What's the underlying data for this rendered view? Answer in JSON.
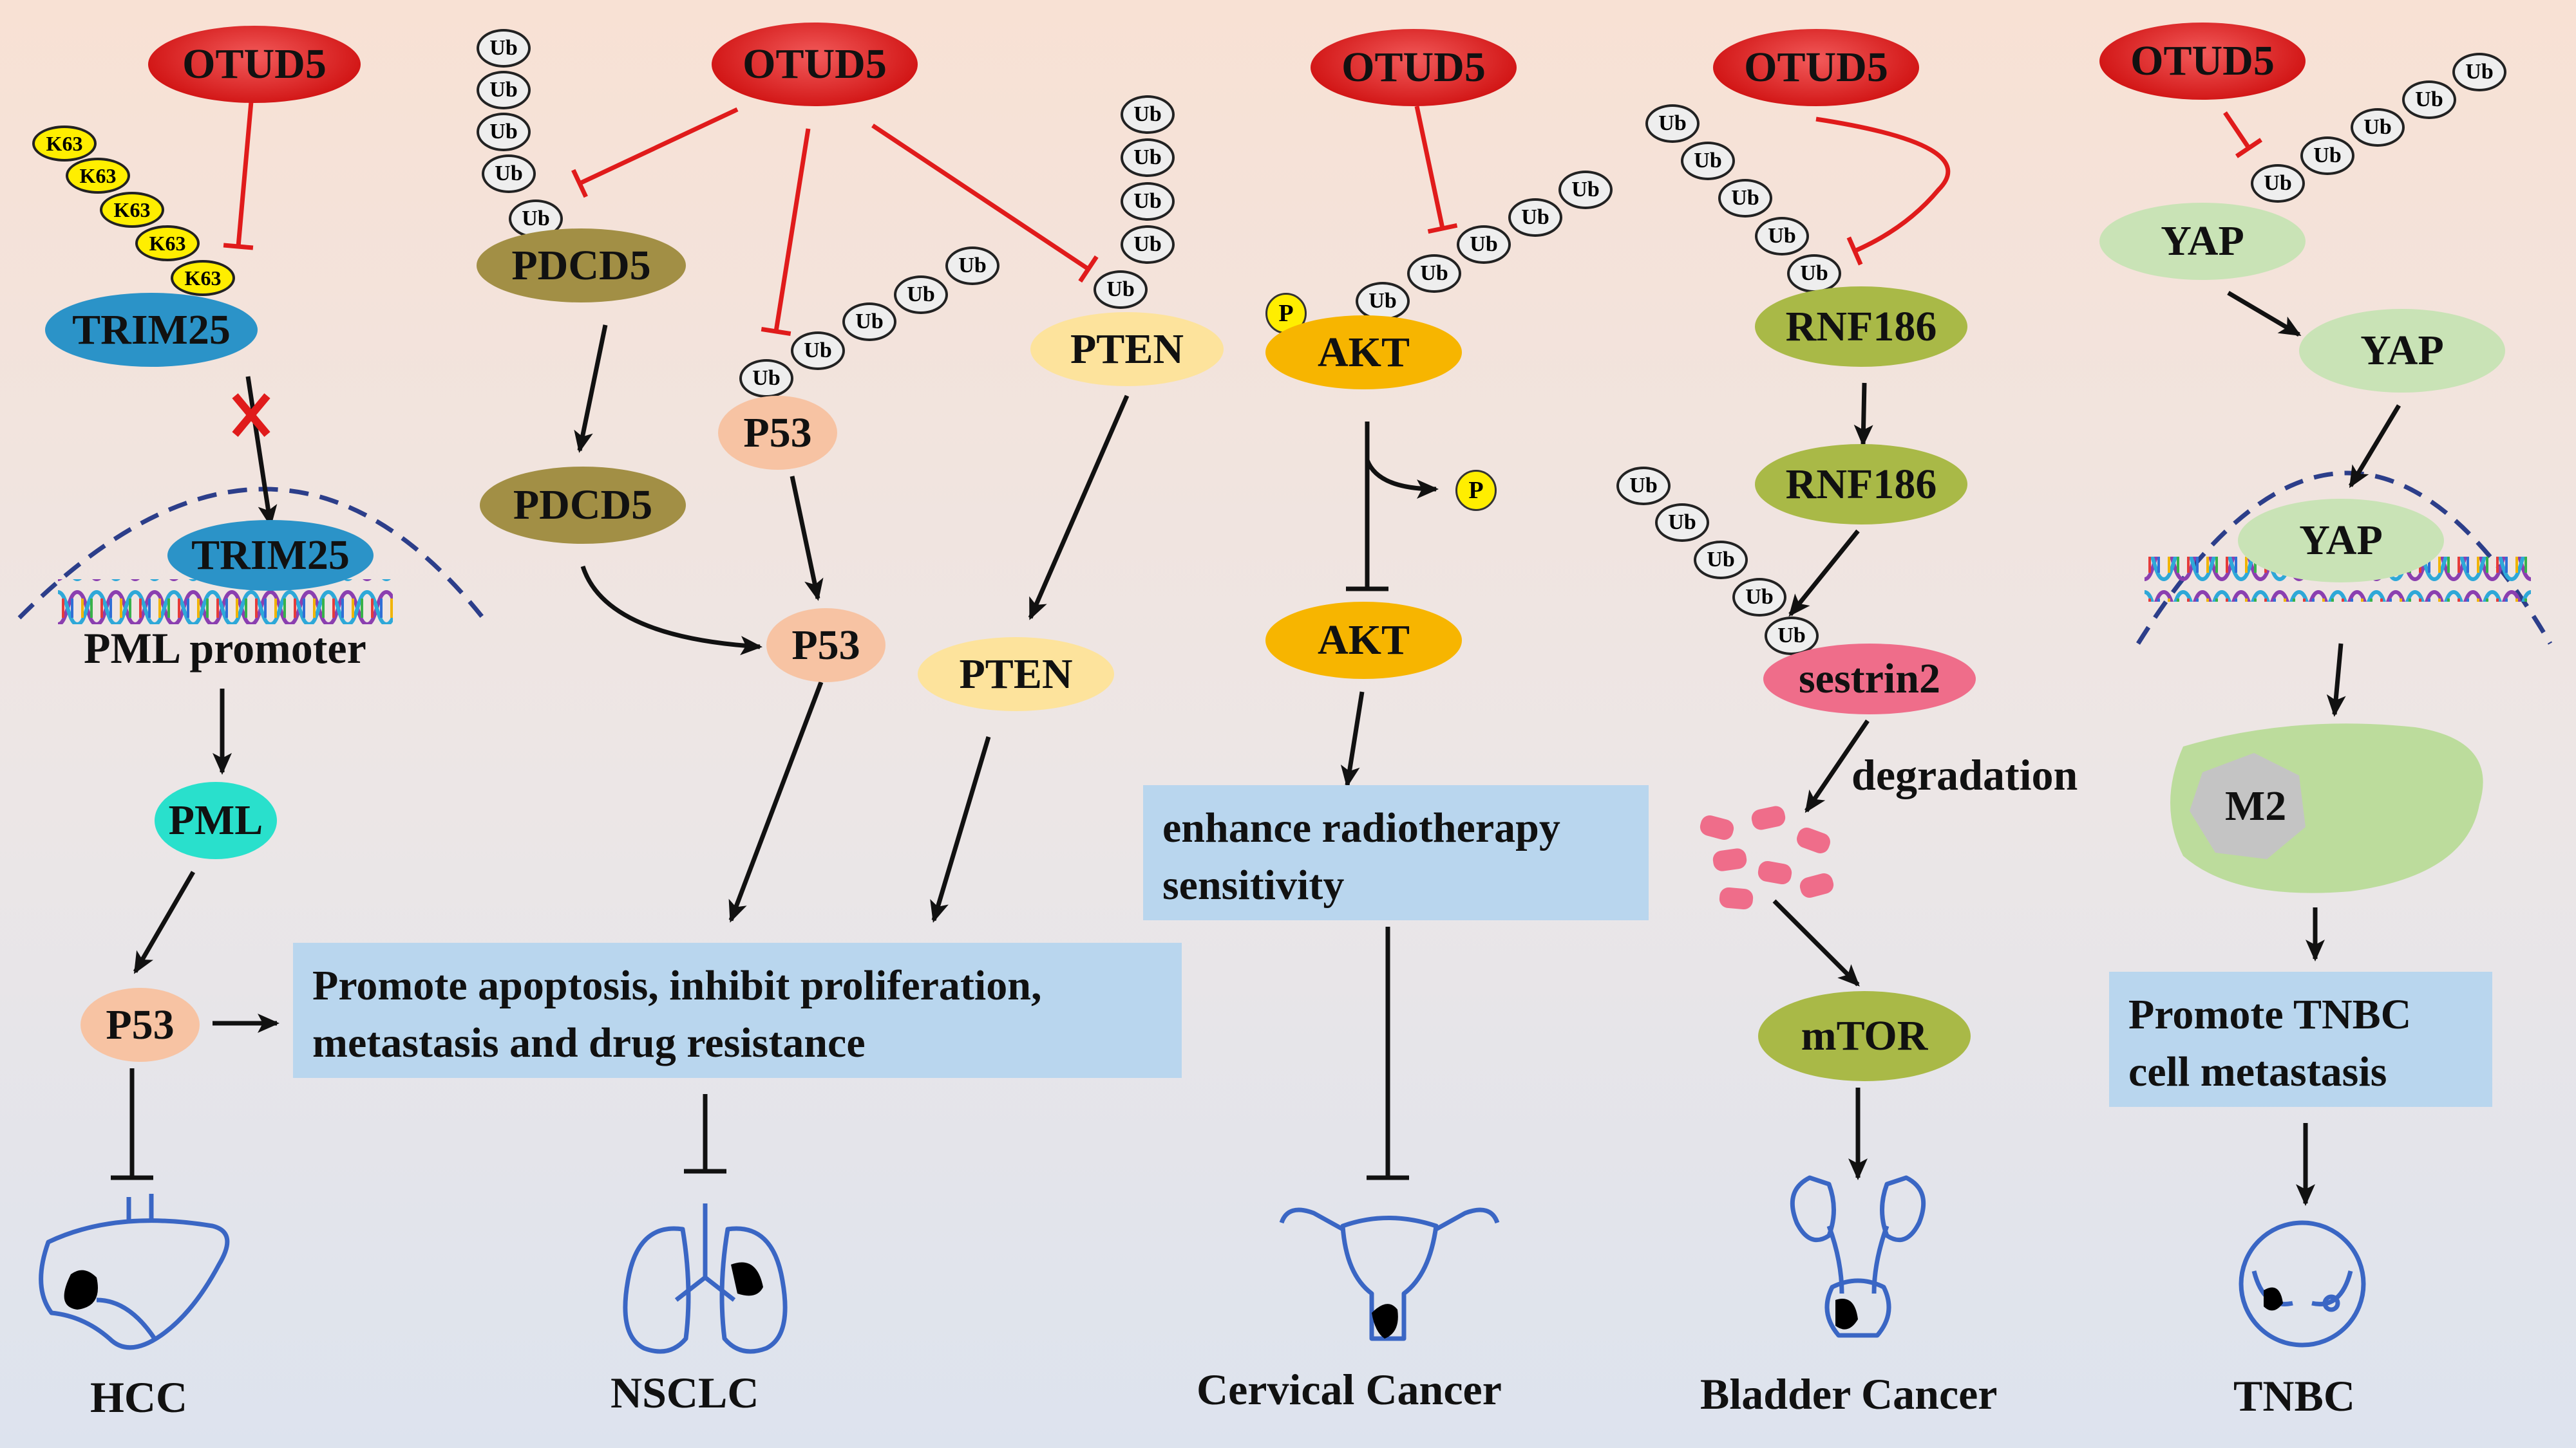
{
  "otud5": "OTUD5",
  "ub": "Ub",
  "k63": "K63",
  "p": "P",
  "hcc": {
    "trim25": "TRIM25",
    "promoter": "PML promoter",
    "pml": "PML",
    "p53": "P53",
    "outcome": "HCC"
  },
  "nsclc": {
    "pdcd5": "PDCD5",
    "p53": "P53",
    "pten": "PTEN",
    "effect": "Promote apoptosis, inhibit proliferation, metastasis and drug resistance",
    "outcome": "NSCLC"
  },
  "cervical": {
    "akt": "AKT",
    "effect": "enhance radiotherapy sensitivity",
    "outcome": "Cervical Cancer"
  },
  "bladder": {
    "rnf186": "RNF186",
    "sestrin2": "sestrin2",
    "degradation": "degradation",
    "mtor": "mTOR",
    "outcome": "Bladder Cancer"
  },
  "tnbc": {
    "yap": "YAP",
    "m2": "M2",
    "effect": "Promote TNBC cell metastasis",
    "outcome": "TNBC"
  },
  "colors": {
    "activation": "#111111",
    "inhibition": "#e01b1b",
    "nucleus": "#2c3e8a",
    "organ": "#3a66c4"
  }
}
